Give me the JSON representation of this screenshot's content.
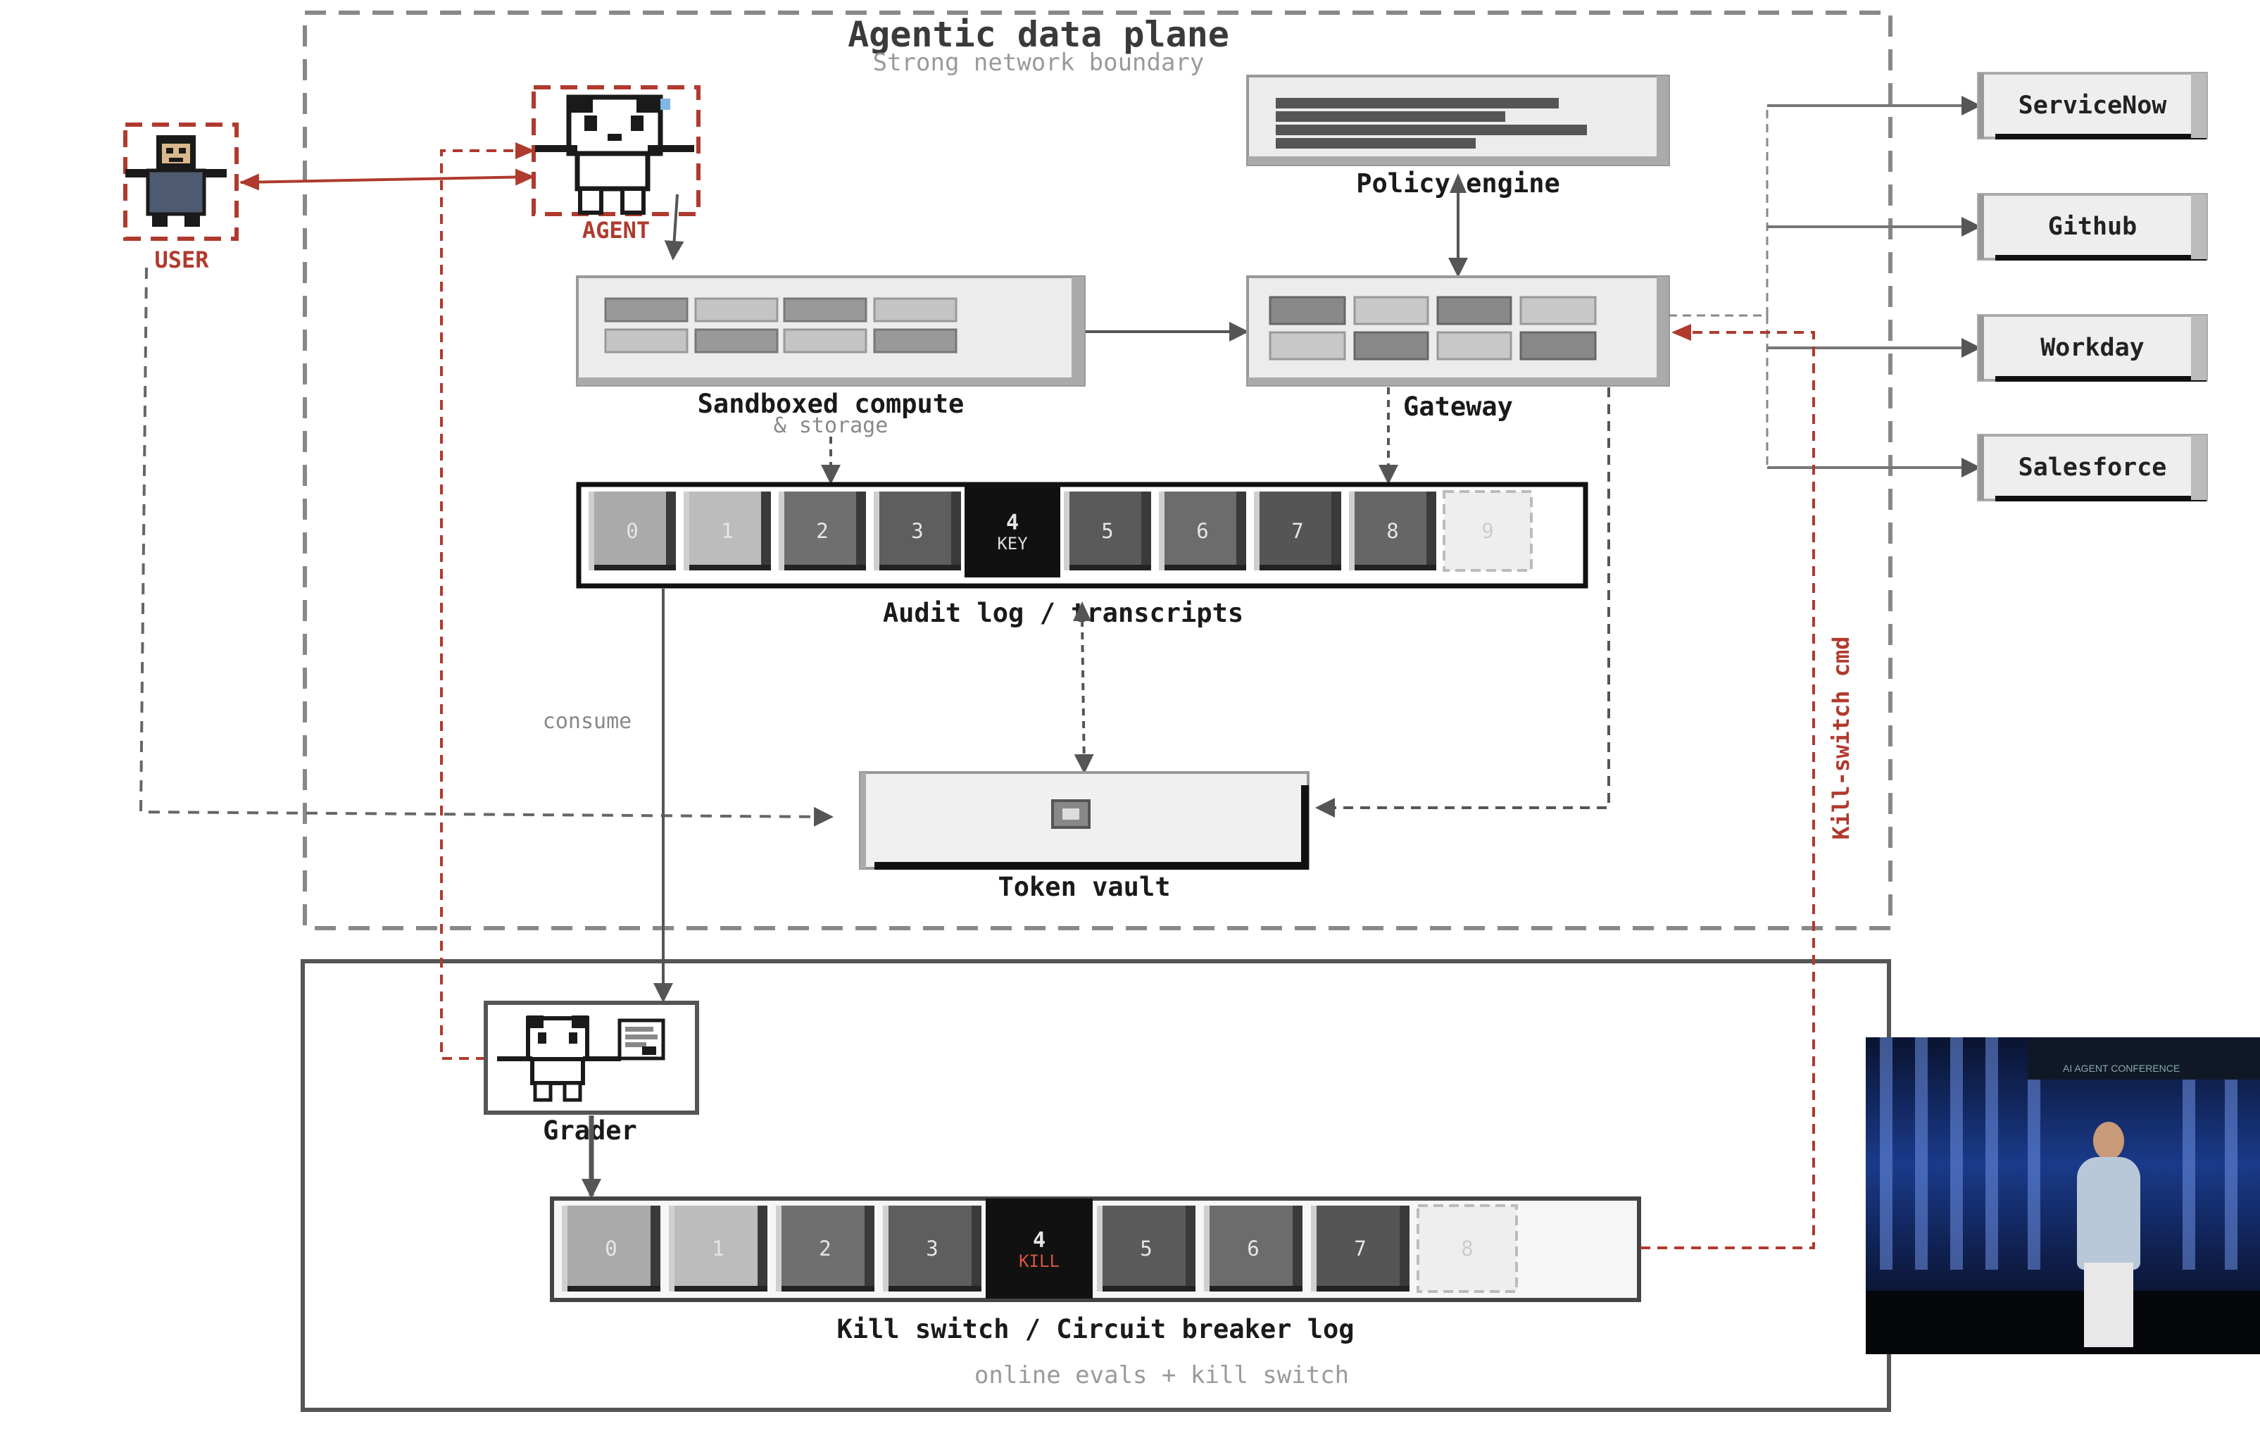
{
  "diagram": {
    "boundary_title": "Agentic data plane",
    "boundary_subtitle": "Strong network boundary",
    "user_label": "USER",
    "agent_label": "AGENT",
    "policy_label": "Policy engine",
    "sandbox_label": "Sandboxed compute",
    "sandbox_sublabel": "& storage",
    "gateway_label": "Gateway",
    "audit_label": "Audit log / transcripts",
    "audit_cells": [
      "0",
      "1",
      "2",
      "3",
      "4",
      "5",
      "6",
      "7",
      "8",
      "9"
    ],
    "audit_key_label": "KEY",
    "consume_label": "consume",
    "vault_label": "Token vault",
    "grader_label": "Grader",
    "kill_cells": [
      "0",
      "1",
      "2",
      "3",
      "4",
      "5",
      "6",
      "7",
      "8"
    ],
    "kill_key_label": "KILL",
    "kill_label": "Kill switch / Circuit breaker log",
    "online_label": "online evals + kill switch",
    "kill_cmd_label": "Kill-switch cmd",
    "services": [
      "ServiceNow",
      "Github",
      "Workday",
      "Salesforce"
    ]
  },
  "video": {
    "banner": "AI AGENT CONFERENCE"
  },
  "colors": {
    "red_accent": "#b03a2e",
    "gray_dark": "#555555",
    "gray_mid": "#888888",
    "gray_light": "#c8c8c8"
  }
}
